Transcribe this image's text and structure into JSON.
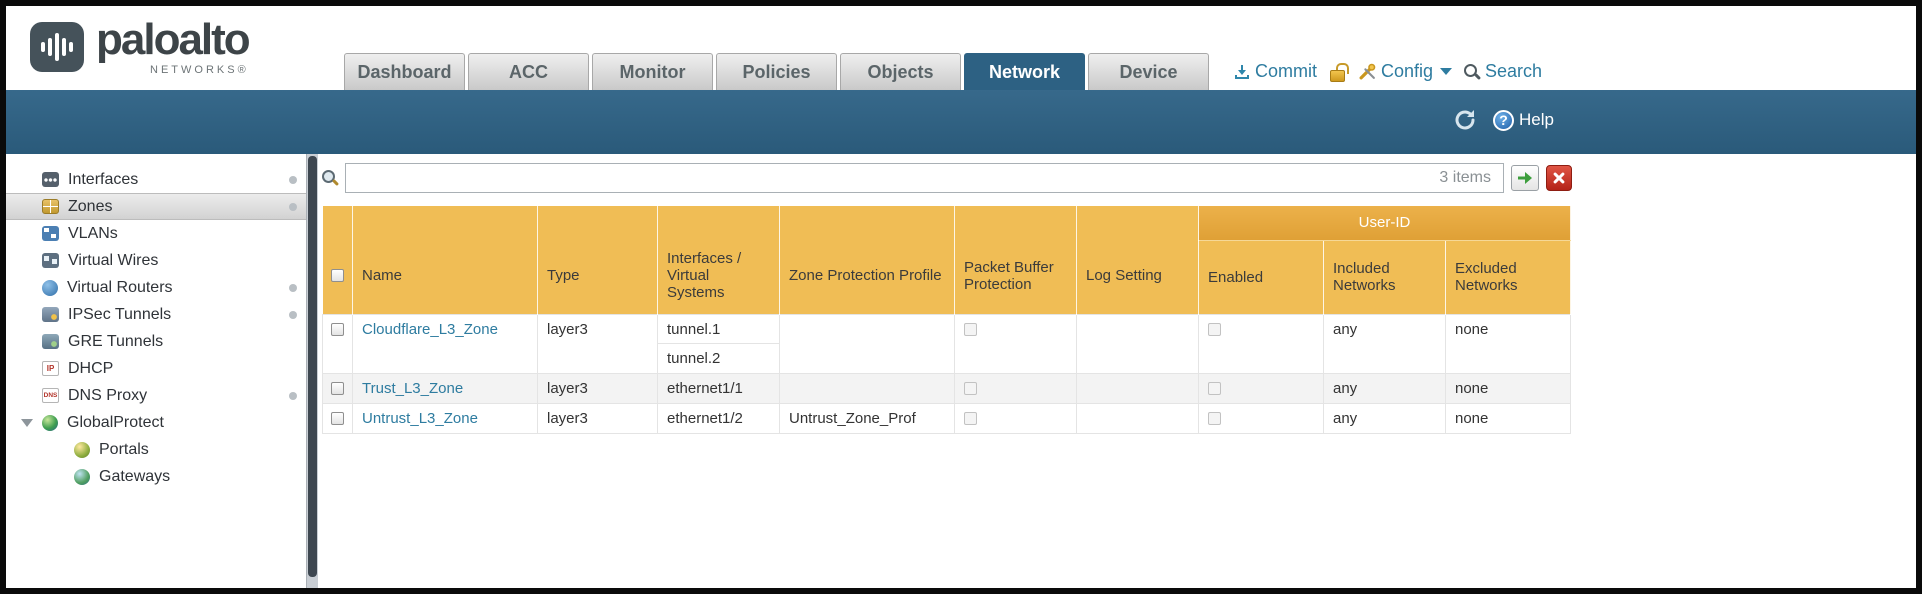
{
  "brand": {
    "name": "paloalto",
    "sub": "NETWORKS®"
  },
  "nav": {
    "tabs": [
      {
        "label": "Dashboard",
        "active": false
      },
      {
        "label": "ACC",
        "active": false
      },
      {
        "label": "Monitor",
        "active": false
      },
      {
        "label": "Policies",
        "active": false
      },
      {
        "label": "Objects",
        "active": false
      },
      {
        "label": "Network",
        "active": true
      },
      {
        "label": "Device",
        "active": false
      }
    ],
    "commit_label": "Commit",
    "config_label": "Config",
    "search_label": "Search"
  },
  "subheader": {
    "help_label": "Help"
  },
  "sidebar": {
    "items": [
      {
        "label": "Interfaces",
        "changed": true
      },
      {
        "label": "Zones",
        "selected": true,
        "changed": true
      },
      {
        "label": "VLANs"
      },
      {
        "label": "Virtual Wires"
      },
      {
        "label": "Virtual Routers",
        "changed": true
      },
      {
        "label": "IPSec Tunnels",
        "changed": true
      },
      {
        "label": "GRE Tunnels"
      },
      {
        "label": "DHCP",
        "icon_text": "IP"
      },
      {
        "label": "DNS Proxy",
        "icon_text": "DNS",
        "changed": true
      },
      {
        "label": "GlobalProtect",
        "expanded": true
      },
      {
        "label": "Portals",
        "indent": true
      },
      {
        "label": "Gateways",
        "indent": true
      }
    ]
  },
  "toolbar": {
    "search_value": "",
    "items_count": "3 items"
  },
  "table": {
    "group_label": "User-ID",
    "columns": [
      "Name",
      "Type",
      "Interfaces / Virtual Systems",
      "Zone Protection Profile",
      "Packet Buffer Protection",
      "Log Setting",
      "Enabled",
      "Included Networks",
      "Excluded Networks"
    ],
    "rows": [
      {
        "name": "Cloudflare_L3_Zone",
        "type": "layer3",
        "interfaces": [
          "tunnel.1",
          "tunnel.2"
        ],
        "zone_protection_profile": "",
        "packet_buffer_protection": false,
        "log_setting": "",
        "user_id_enabled": false,
        "included_networks": "any",
        "excluded_networks": "none"
      },
      {
        "name": "Trust_L3_Zone",
        "type": "layer3",
        "interfaces": [
          "ethernet1/1"
        ],
        "zone_protection_profile": "",
        "packet_buffer_protection": false,
        "log_setting": "",
        "user_id_enabled": false,
        "included_networks": "any",
        "excluded_networks": "none"
      },
      {
        "name": "Untrust_L3_Zone",
        "type": "layer3",
        "interfaces": [
          "ethernet1/2"
        ],
        "zone_protection_profile": "Untrust_Zone_Prof",
        "packet_buffer_protection": false,
        "log_setting": "",
        "user_id_enabled": false,
        "included_networks": "any",
        "excluded_networks": "none"
      }
    ]
  },
  "colors": {
    "accent_teal": "#2d6183",
    "header_orange": "#f0bd55",
    "group_orange": "#e2a23c",
    "link": "#2e7ca0"
  }
}
